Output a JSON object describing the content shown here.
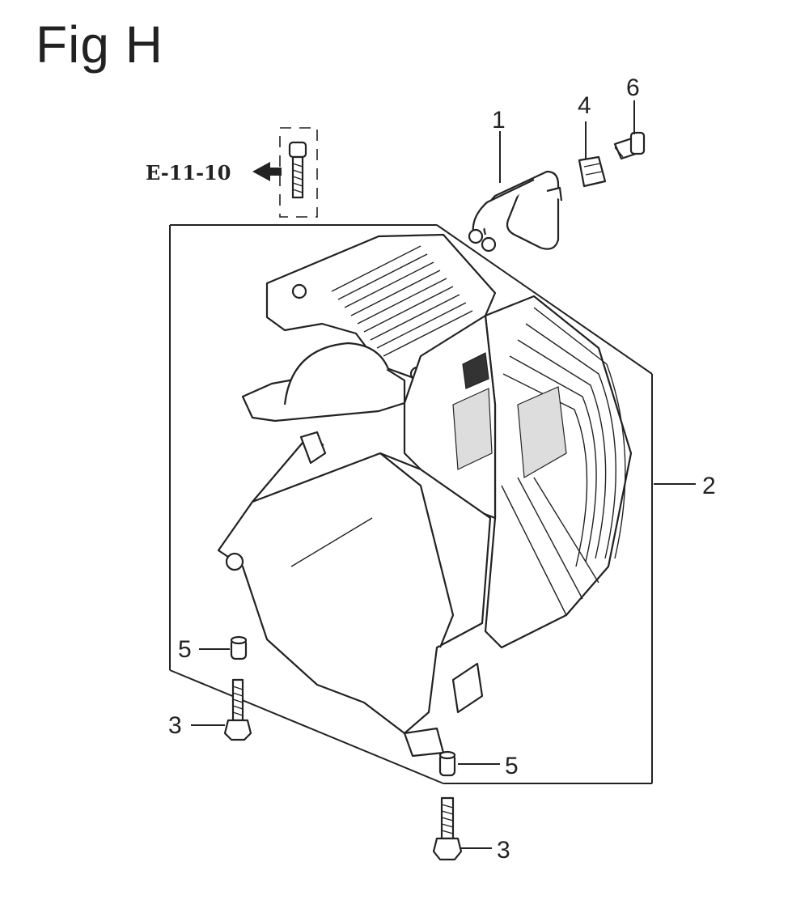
{
  "title": "Fig H",
  "reference": {
    "label": "E-11-10"
  },
  "callouts": {
    "c1": "1",
    "c2": "2",
    "c3a": "3",
    "c3b": "3",
    "c4": "4",
    "c5a": "5",
    "c5b": "5",
    "c6": "6"
  }
}
